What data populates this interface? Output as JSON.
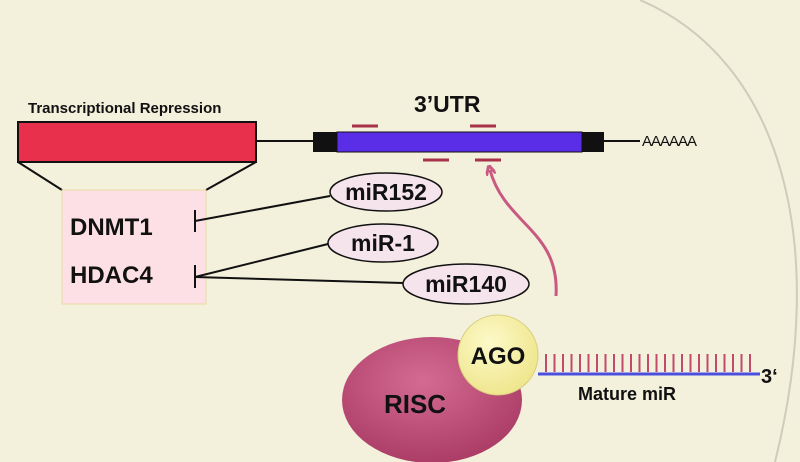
{
  "labels": {
    "transcriptional_repression": "Transcriptional Repression",
    "utr": "3’UTR",
    "poly_a": "AAAAAA",
    "three_prime": "3‘",
    "mature_mir": "Mature miR"
  },
  "genes": [
    "DNMT1",
    "HDAC4"
  ],
  "mirnas": [
    "miR152",
    "miR-1",
    "miR140"
  ],
  "complex": {
    "risc": "RISC",
    "ago": "AGO"
  },
  "colors": {
    "background": "#f3f0dc",
    "repression_box": "#e8304c",
    "utr_bar": "#5a2ee6",
    "gene_box": "#fde0e6",
    "mirna_bubble": "#f6e4ec",
    "risc": "#c24a78",
    "ago": "#f7f0a0",
    "arrow": "#c85a82",
    "target_sites": "#a8324a"
  }
}
